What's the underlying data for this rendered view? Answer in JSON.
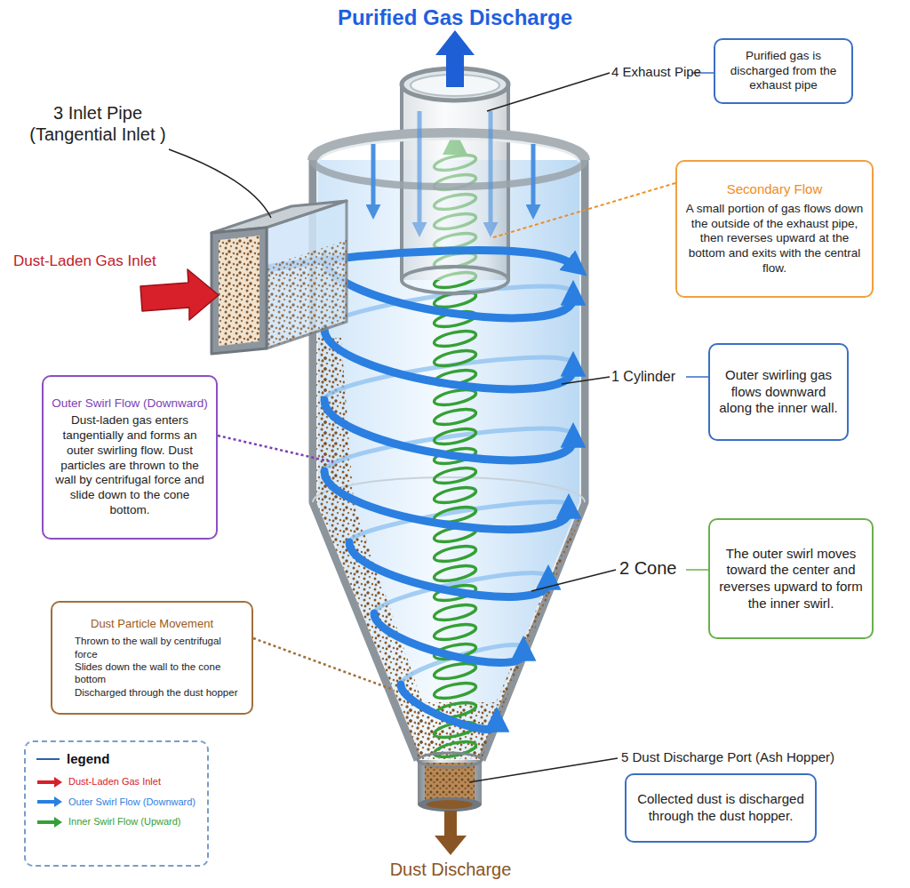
{
  "diagram": {
    "nodes": [
      {
        "text": [
          "Purified gas is discharged from the exhaust pipe"
        ]
      },
      {
        "text": [
          "Secondary Flow",
          "A small portion of gas flows down the outside of the exhaust pipe, then reverses upward at the bottom and exits with the central flow."
        ]
      },
      {
        "text": [
          "Outer swirling gas flows downward along the inner wall."
        ]
      },
      {
        "text": [
          "Outer Swirl Flow (Downward)",
          "Dust-laden gas enters tangentially and forms an outer swirling flow. Dust particles are thrown to the wall by centrifugal force and slide down to the cone bottom."
        ]
      },
      {
        "text": [
          "The outer swirl moves toward the center and reverses upward to form the inner swirl."
        ]
      },
      {
        "text": [
          "Dust Particle Movement",
          "Thrown to the wall by centrifugal force",
          "Slides down the wall to the cone bottom",
          "Discharged through the dust hopper"
        ]
      },
      {
        "text": [
          "Collected dust is discharged through the dust hopper."
        ]
      },
      {
        "text": [
          "legend"
        ]
      }
    ],
    "labels": [
      "Purified Gas Discharge",
      "4 Exhaust Pipe",
      "3 Inlet Pipe (Tangential Inlet )",
      "Dust-Laden Gas Inlet",
      "1 Cylinder",
      "2 Cone",
      "5 Dust Discharge Port (Ash Hopper)",
      "Dust Discharge"
    ],
    "legend": [
      {
        "text": "Dust-Laden Gas Inlet"
      },
      {
        "text": "Outer Swirl Flow (Downward)"
      },
      {
        "text": "Inner Swirl Flow (Upward)"
      }
    ]
  }
}
